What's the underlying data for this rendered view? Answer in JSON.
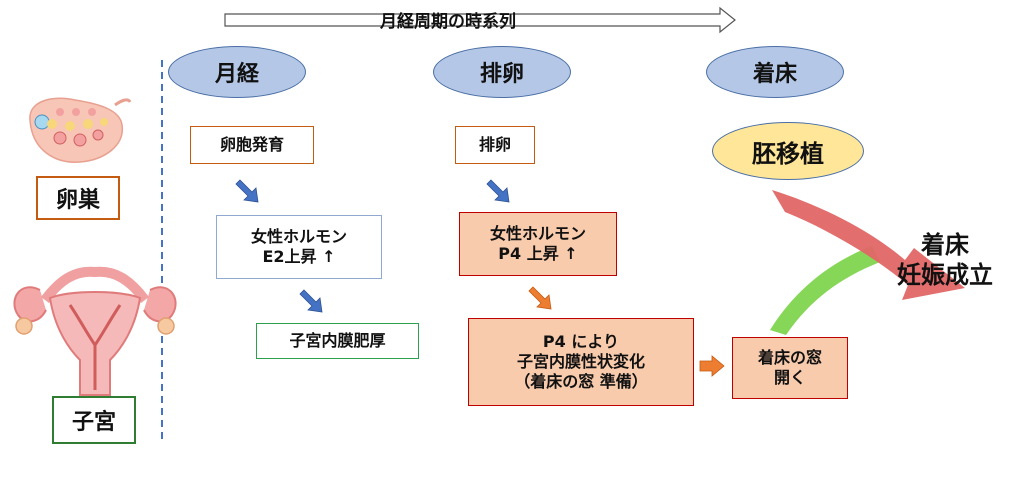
{
  "timeline": {
    "label": "月経周期の時系列"
  },
  "phases": [
    "月経",
    "排卵",
    "着床"
  ],
  "organs": {
    "ovary": "卵巣",
    "uterus": "子宮"
  },
  "menstruation": {
    "step1": "卵胞発育",
    "step2": "女性ホルモン\nE2上昇 ↑",
    "step3": "子宮内膜肥厚"
  },
  "ovulation": {
    "step1": "排卵",
    "step2": "女性ホルモン\nP4 上昇 ↑",
    "step3": "P4 により\n子宮内膜性状変化\n（着床の窓 準備）"
  },
  "implantation": {
    "embryo_transfer": "胚移植",
    "window": "着床の窓\n開く",
    "result": "着床\n妊娠成立"
  },
  "colors": {
    "phase_fill": "#b4c7e7",
    "embryo_fill": "#ffe699",
    "filled_box": "#f8cbad",
    "red_arrow": "#e06666",
    "green_arrow": "#7fd44f",
    "dashed_line": "#4472c4"
  }
}
